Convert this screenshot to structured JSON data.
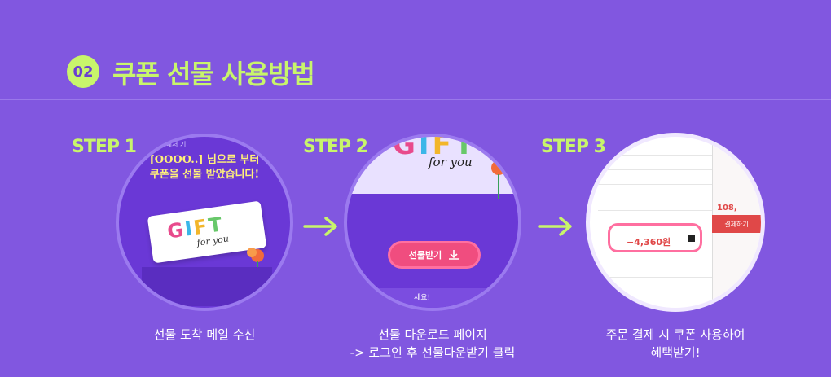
{
  "header": {
    "badge": "02",
    "title": "쿠폰 선물 사용방법"
  },
  "colors": {
    "background": "#8157e0",
    "accent": "#c8f56b",
    "pink": "#f04d7f"
  },
  "steps": [
    {
      "label": "STEP 1",
      "caption_lines": [
        "선물 도착 메일 수신"
      ],
      "image": {
        "mail_header": "SSG.COM에서 기",
        "message_line1": "[OOOO..] 님으로 부터",
        "message_line2": "쿠폰을 선물 받았습니다!",
        "ticket_title": "GIFT",
        "ticket_subtitle": "for you"
      }
    },
    {
      "label": "STEP 2",
      "caption_lines": [
        "선물 다운로드 페이지",
        "-> 로그인 후 선물다운받기 클릭"
      ],
      "image": {
        "ticket_title": "GIFT",
        "ticket_subtitle": "for you",
        "button_label": "선물받기",
        "bottom_text": "세요!"
      }
    },
    {
      "label": "STEP 3",
      "caption_lines": [
        "주문 결제 시 쿠폰 사용하여",
        "혜택받기!"
      ],
      "image": {
        "button_label": "결제하기",
        "discount_amount": "−4,360원",
        "total_partial": "108,"
      }
    }
  ]
}
